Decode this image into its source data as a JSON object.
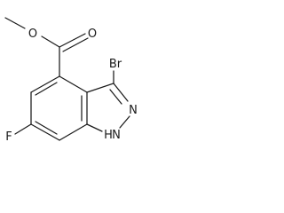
{
  "molecule": {
    "atoms": {
      "carbonyl_oxygen": "O",
      "ester_oxygen": "O",
      "bromine": "Br",
      "nitrogen_2": "N",
      "nitrogen_1h": "N",
      "nitrogen_1h_hydrogen": "H",
      "fluorine": "F"
    }
  }
}
